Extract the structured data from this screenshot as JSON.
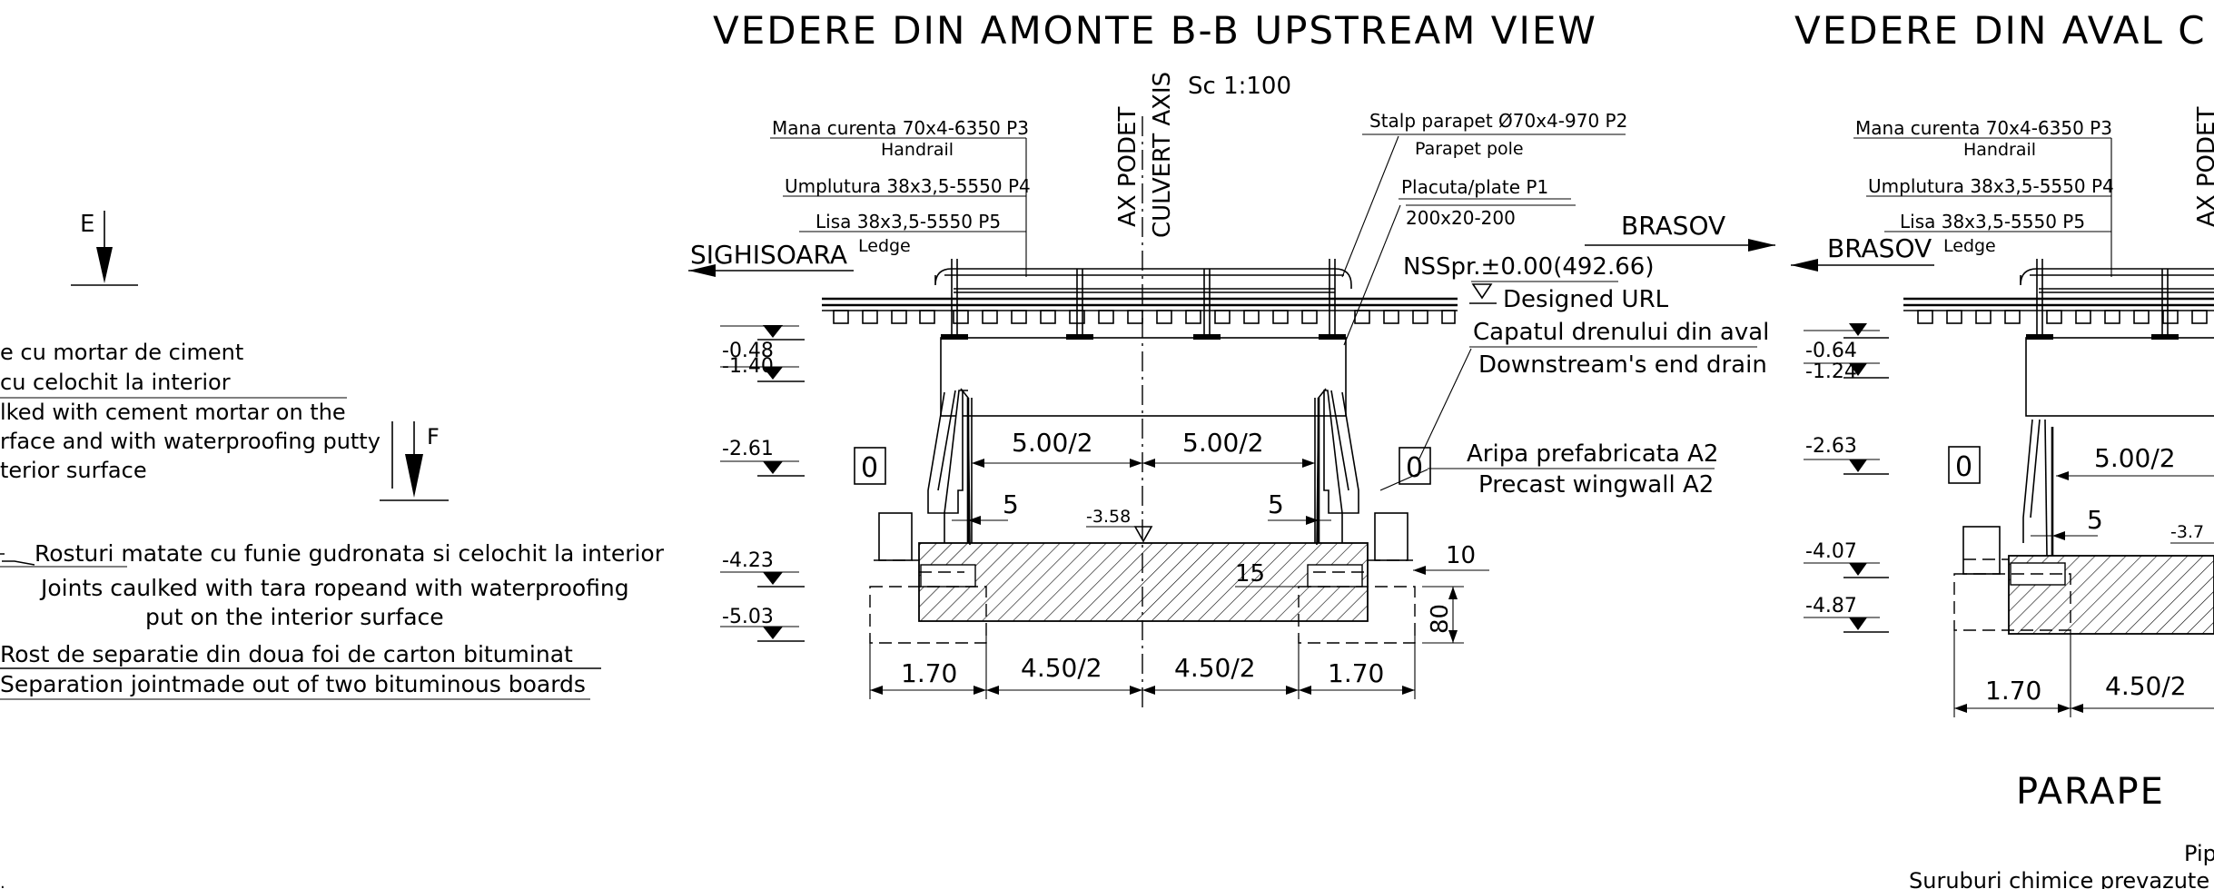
{
  "left_notes": {
    "e_mark": "E",
    "f_mark": "F",
    "line1": "e cu mortar de ciment",
    "line2": "cu celochit la interior",
    "line3": "lked with cement mortar on the",
    "line4": "rface and with waterproofing putty",
    "line5": "terior surface",
    "rosturi_ro": "Rosturi matate cu funie gudronata si celochit la interior",
    "rosturi_en1": "Joints caulked with tara ropeand with waterproofing",
    "rosturi_en2": "put on the interior surface",
    "rost_ro": "Rost de separatie din doua foi de carton bituminat",
    "rost_en": "Separation jointmade out of two bituminous boards"
  },
  "upstream": {
    "title": "VEDERE DIN AMONTE B-B UPSTREAM VIEW",
    "scale": "Sc 1:100",
    "handrail_ro": "Mana curenta 70x4-6350 P3",
    "handrail_en": "Handrail",
    "filling": "Umplutura 38x3,5-5550 P4",
    "ledge_ro": "Lisa 38x3,5-5550 P5",
    "ledge_en": "Ledge",
    "axis_ro": "AX PODET",
    "axis_en": "CULVERT AXIS",
    "pole_ro": "Stalp parapet Ø70x4-970 P2",
    "pole_en": "Parapet pole",
    "plate_ro": "Placuta/plate P1",
    "plate_dim": "200x20-200",
    "dir_left": "SIGHISOARA",
    "dir_right": "BRASOV",
    "nsspr": "NSSpr.±0.00(492.66)",
    "designed_url": "Designed URL",
    "drain_ro": "Capatul drenului din aval",
    "drain_en": "Downstream's end drain",
    "wing_ro": "Aripa prefabricata A2",
    "wing_en": "Precast wingwall A2",
    "levels": [
      "-0.48",
      "-1.40",
      "-2.61",
      "-4.23",
      "-5.03"
    ],
    "inner_level": "-3.58",
    "dim_half_left": "5.00/2",
    "dim_half_right": "5.00/2",
    "dim_five_left": "5",
    "dim_five_right": "5",
    "dim_15": "15",
    "dim_10": "10",
    "dim_80": "80",
    "dims_bottom": [
      "1.70",
      "4.50/2",
      "4.50/2",
      "1.70"
    ],
    "mark_left": "0",
    "mark_right": "0"
  },
  "downstream": {
    "title": "VEDERE DIN AVAL C",
    "handrail_ro": "Mana curenta 70x4-6350 P3",
    "handrail_en": "Handrail",
    "filling": "Umplutura 38x3,5-5550 P4",
    "ledge_ro": "Lisa 38x3,5-5550 P5",
    "ledge_en": "Ledge",
    "axis_ro": "AX PODET",
    "dir_left": "BRASOV",
    "levels": [
      "-0.64",
      "-1.24",
      "-2.63",
      "-4.07",
      "-4.87"
    ],
    "dim_half": "5.00/2",
    "dim_five": "5",
    "inner_level": "-3.7",
    "dims_bottom": [
      "1.70",
      "4.50/2"
    ],
    "mark_left": "0",
    "parapet_title": "PARAPE",
    "pip": "Pip",
    "suruburi": "Suruburi chimice prevazute"
  }
}
